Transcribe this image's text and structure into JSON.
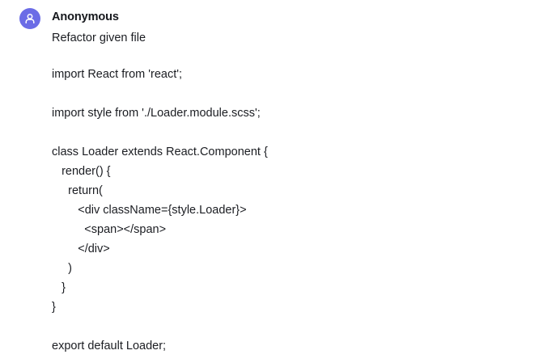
{
  "message": {
    "avatar_icon": "user-avatar-icon",
    "avatar_color": "#6b6ce6",
    "author": "Anonymous",
    "prompt": "Refactor given file",
    "text_color": "#1b1d22",
    "background": "#ffffff"
  },
  "code": {
    "language": "jsx",
    "groups": [
      {
        "lines": [
          "import React from 'react';"
        ]
      },
      {
        "lines": [
          "import style from './Loader.module.scss';"
        ]
      },
      {
        "lines": [
          "class Loader extends React.Component {",
          "   render() {",
          "     return(",
          "        <div className={style.Loader}>",
          "          <span></span>",
          "        </div>",
          "     )",
          "   }",
          "}"
        ]
      },
      {
        "lines": [
          "export default Loader;"
        ]
      }
    ]
  }
}
